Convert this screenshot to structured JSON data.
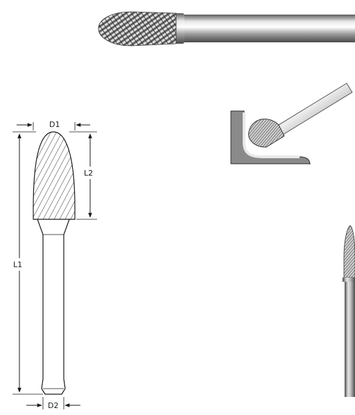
{
  "dimensions": {
    "d1": "D1",
    "d2": "D2",
    "l1": "L1",
    "l2": "L2"
  },
  "icons": {
    "product_photo": "tree-radius-burr-photo",
    "usage_illustration": "burr-cutting-radius-icon",
    "side_photo": "burr-side-view-photo"
  },
  "colors": {
    "line": "#1a1a1a",
    "metal_light": "#e4e4e4",
    "metal_dark": "#6e6e6e",
    "workpiece": "#8a8a8a",
    "workpiece_edge": "#2c2c2c"
  }
}
